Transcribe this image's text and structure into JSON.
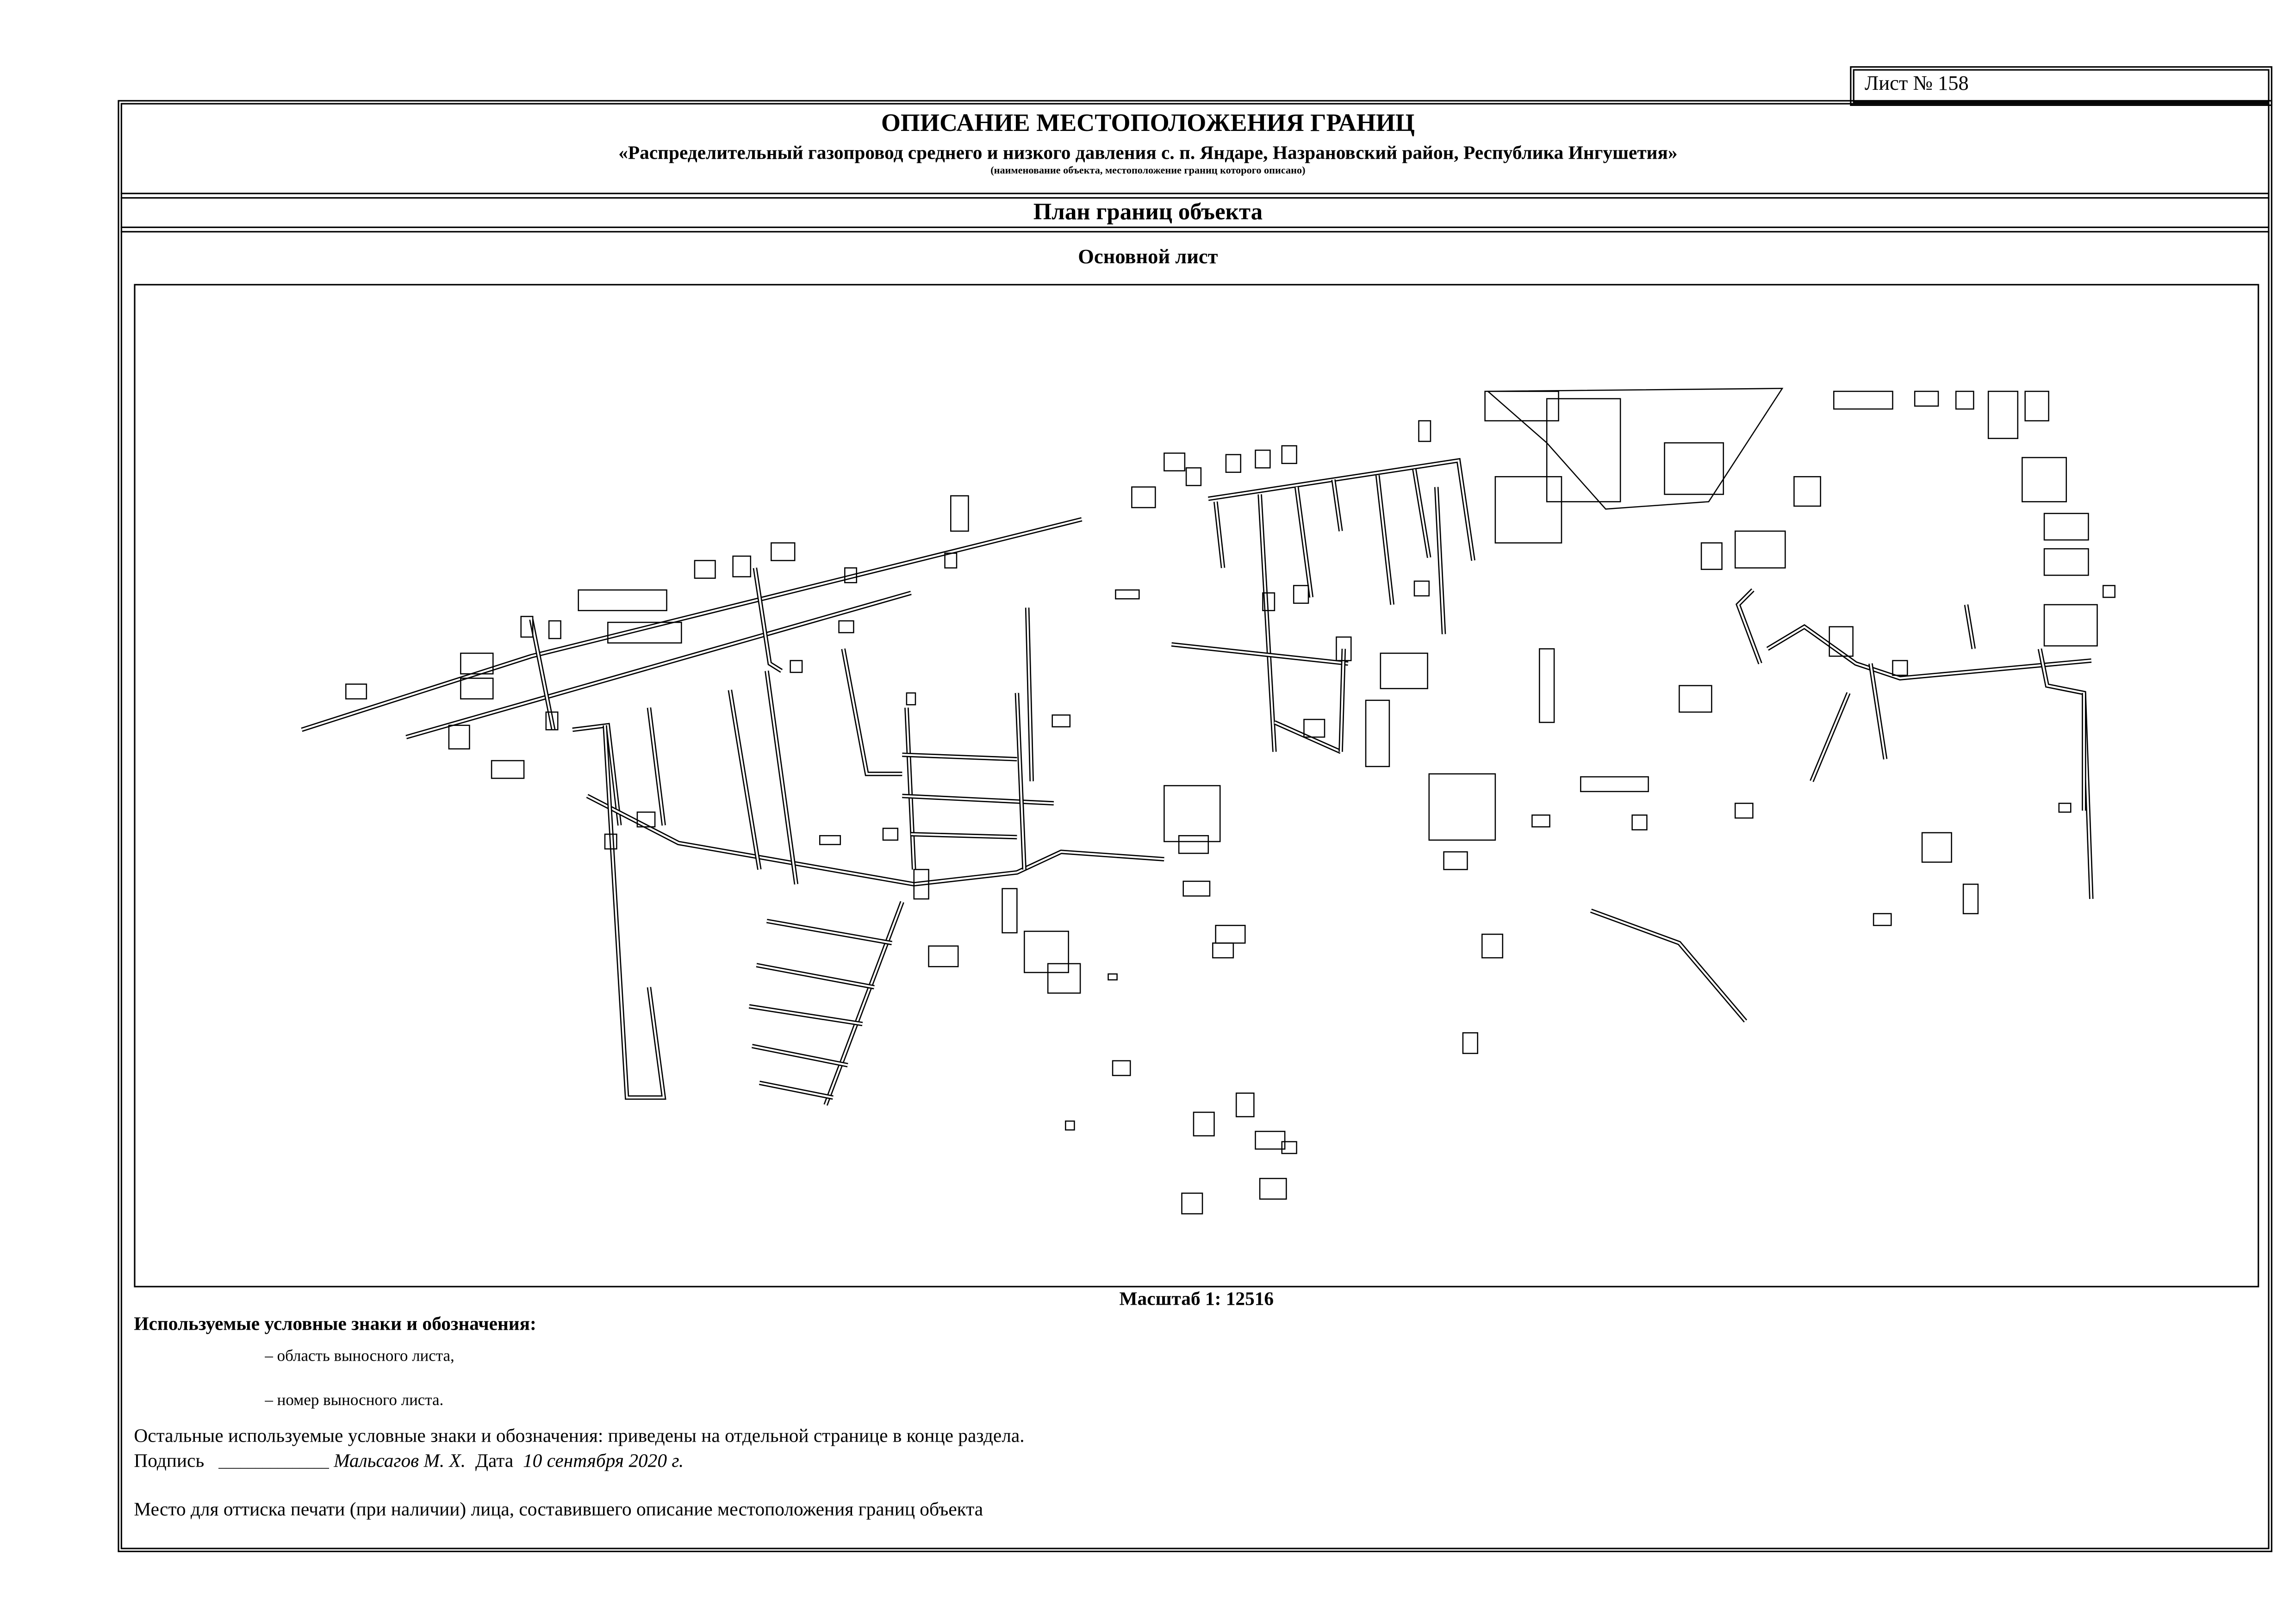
{
  "sheet_number": "Лист № 158",
  "header": {
    "title": "ОПИСАНИЕ МЕСТОПОЛОЖЕНИЯ ГРАНИЦ",
    "object_name": "«Распределительный газопровод среднего и низкого давления с. п. Яндаре, Назрановский район, Республика Ингушетия»",
    "object_note": "(наименование объекта, местоположение границ которого описано)"
  },
  "section_title": "План границ объекта",
  "sheet_type": "Основной лист",
  "scale": "Масштаб 1: 12516",
  "legend": {
    "heading": "Используемые условные знаки и обозначения:",
    "items": [
      "– область выносного листа,",
      "– номер выносного листа."
    ],
    "other": "Остальные используемые условные знаки и обозначения: приведены на отдельной странице в конце раздела."
  },
  "signature": {
    "label": "Подпись",
    "line": "_______________",
    "name": "Мальсагов М. Х.",
    "date_label": "Дата",
    "date": "10 сентября 2020 г."
  },
  "stamp_note": "Место для оттиска печати (при наличии) лица, составившего описание местоположения границ объекта"
}
